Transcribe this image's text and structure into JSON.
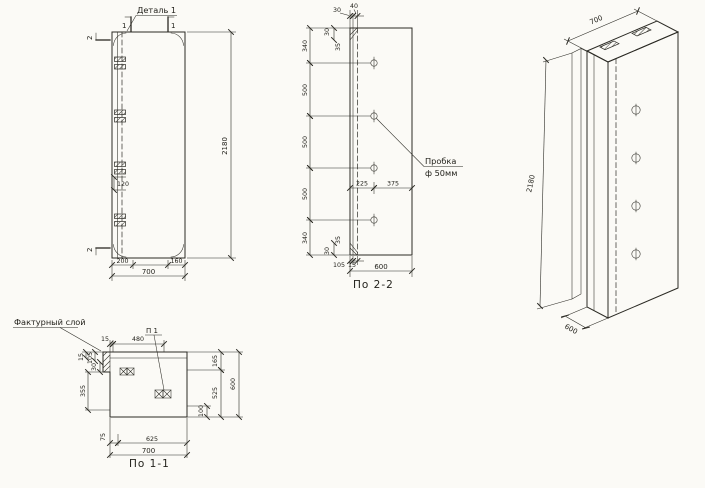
{
  "front": {
    "detail_label": "Деталь 1",
    "mark_1a": "1",
    "mark_1b": "1",
    "mark_2_top": "2",
    "mark_2_bottom": "2",
    "dim_height": "2180",
    "dim_loop": "120",
    "dim_200": "200",
    "dim_160": "160",
    "dim_width": "700"
  },
  "sec2": {
    "caption": "По 2-2",
    "plug_label_1": "Пробка",
    "plug_label_2": "ф 50мм",
    "top_dims": {
      "d30": "30",
      "d40": "40"
    },
    "left_dims": {
      "t30": "30",
      "t35": "35",
      "b35": "35",
      "b30": "30"
    },
    "chain": [
      "340",
      "500",
      "500",
      "500",
      "340"
    ],
    "inner": {
      "d225": "225",
      "d375": "375"
    },
    "bottom_dims": {
      "d105": "105",
      "d15": "15",
      "width": "600"
    }
  },
  "sec1": {
    "caption": "По 1-1",
    "facing_label": "Фактурный слой",
    "anchor_label": "П 1",
    "top": {
      "d15": "15",
      "d480": "480"
    },
    "left": {
      "d15": "15",
      "d105": "105",
      "d30": "30",
      "d355": "355",
      "d75": "75"
    },
    "bottom": {
      "d625": "625",
      "d700": "700"
    },
    "right": {
      "d165": "165",
      "d525": "525",
      "d600": "600",
      "d100": "100"
    }
  },
  "iso": {
    "dim_width": "700",
    "dim_height": "2180",
    "dim_depth": "600"
  }
}
